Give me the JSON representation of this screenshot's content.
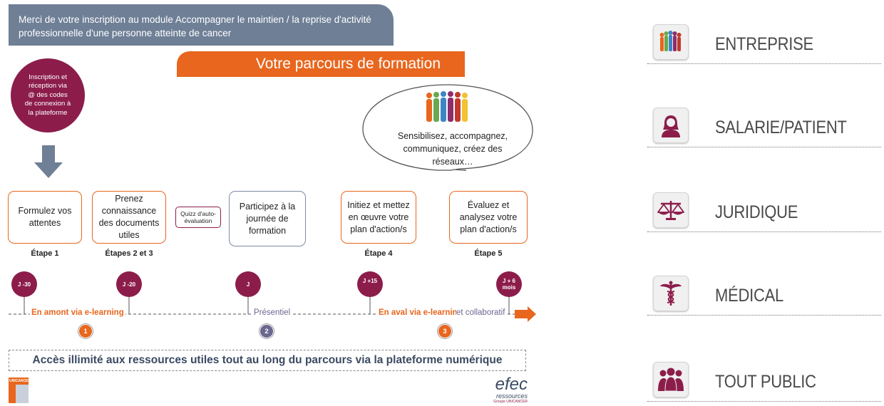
{
  "header": {
    "banner_text": "Merci de votre inscription au module Accompagner le maintien / la reprise d'activité professionnelle d'une personne atteinte de cancer",
    "title": "Votre parcours de formation"
  },
  "inscription_bubble": "Inscription et réception via @ des codes de connexion à la plateforme",
  "speech_bubble": "Sensibilisez, accompagnez, communiquez, créez des réseaux…",
  "steps": [
    {
      "text": "Formulez vos attentes",
      "label": "Étape 1"
    },
    {
      "text": "Prenez connaissance des documents utiles",
      "label": "Étapes 2 et 3"
    },
    {
      "text": "Quizz d'auto-évaluation",
      "label": ""
    },
    {
      "text": "Participez à la journée de formation",
      "label": ""
    },
    {
      "text": "Initiez et mettez en œuvre votre plan d'action/s",
      "label": "Étape 4"
    },
    {
      "text": "Évaluez et analysez votre plan d'action/s",
      "label": "Étape 5"
    }
  ],
  "milestones": [
    "J -30",
    "J -20",
    "J",
    "J +15",
    "J + 6 mois"
  ],
  "timeline": {
    "amont": "En amont via e-learning",
    "presentiel": "Présentiel",
    "aval": "En aval via e-learning",
    "collab": "et collaboratif",
    "numbers": [
      "1",
      "2",
      "3"
    ]
  },
  "access_text": "Accès illimité aux ressources utiles tout au long du parcours via la plateforme numérique",
  "logos": {
    "unicancer": "UNICANCER",
    "efec": "efec",
    "efec_sub": "ressources",
    "efec_sub2": "Groupe UNICANCER"
  },
  "categories": [
    {
      "label": "ENTREPRISE",
      "icon": "crowd-icon"
    },
    {
      "label": "SALARIE/PATIENT",
      "icon": "person-icon"
    },
    {
      "label": "JURIDIQUE",
      "icon": "scales-icon"
    },
    {
      "label": "MÉDICAL",
      "icon": "caduceus-icon"
    },
    {
      "label": "TOUT PUBLIC",
      "icon": "group-icon"
    }
  ],
  "colors": {
    "orange": "#e8661d",
    "maroon": "#8c1d4b",
    "purple": "#6a6790",
    "gray_blue": "#6e7f96"
  }
}
